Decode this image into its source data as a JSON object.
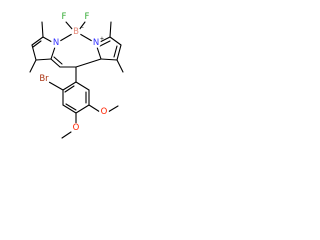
{
  "atoms": {
    "F1": "F",
    "F2": "F",
    "B": "B",
    "B_charge": "−",
    "N1": "N",
    "N2": "N",
    "N2_charge": "+",
    "Br": "Br",
    "O1": "O",
    "O2": "O"
  },
  "colors": {
    "bond": "#000000",
    "carbon_text": "#000000",
    "nitrogen": "#3333ff",
    "oxygen": "#ff2200",
    "fluorine": "#33aa33",
    "bromine": "#aa3311",
    "boron": "#e58a7a"
  }
}
